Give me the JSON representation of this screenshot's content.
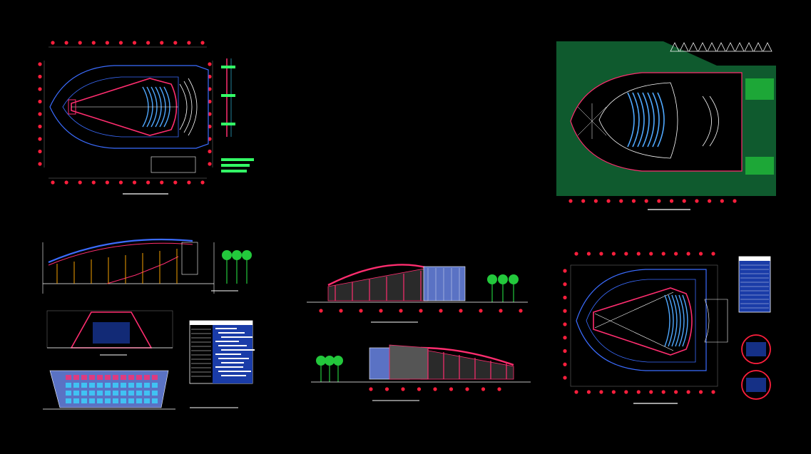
{
  "colors": {
    "background": "#000000",
    "wall": "#ff2d6f",
    "line_blue": "#3b6cff",
    "line_white": "#ffffff",
    "line_cyan": "#3ad6ff",
    "seating": "#4fa8ff",
    "grid_bubble": "#ff1f3d",
    "site_green": "#0f5a2e",
    "tree": "#23c83c",
    "text_yellow": "#f5f500",
    "text_green": "#33ff66",
    "facade": "#5a72c4",
    "table_fill": "#1a3ca8"
  },
  "drawings": [
    {
      "id": "floor-plan-1",
      "kind": "plan-auditorium"
    },
    {
      "id": "site-plan",
      "kind": "site-plan"
    },
    {
      "id": "longitudinal-section",
      "kind": "section"
    },
    {
      "id": "cross-section",
      "kind": "cross-section"
    },
    {
      "id": "front-elevation",
      "kind": "front-elevation"
    },
    {
      "id": "schedule-table-1",
      "kind": "schedule-table"
    },
    {
      "id": "elevation-1",
      "kind": "side-elevation"
    },
    {
      "id": "elevation-2",
      "kind": "side-elevation-mirrored"
    },
    {
      "id": "floor-plan-2",
      "kind": "plan-roof"
    },
    {
      "id": "schedule-table-2",
      "kind": "schedule-table"
    },
    {
      "id": "detail-bubbles",
      "kind": "detail-callouts"
    }
  ]
}
